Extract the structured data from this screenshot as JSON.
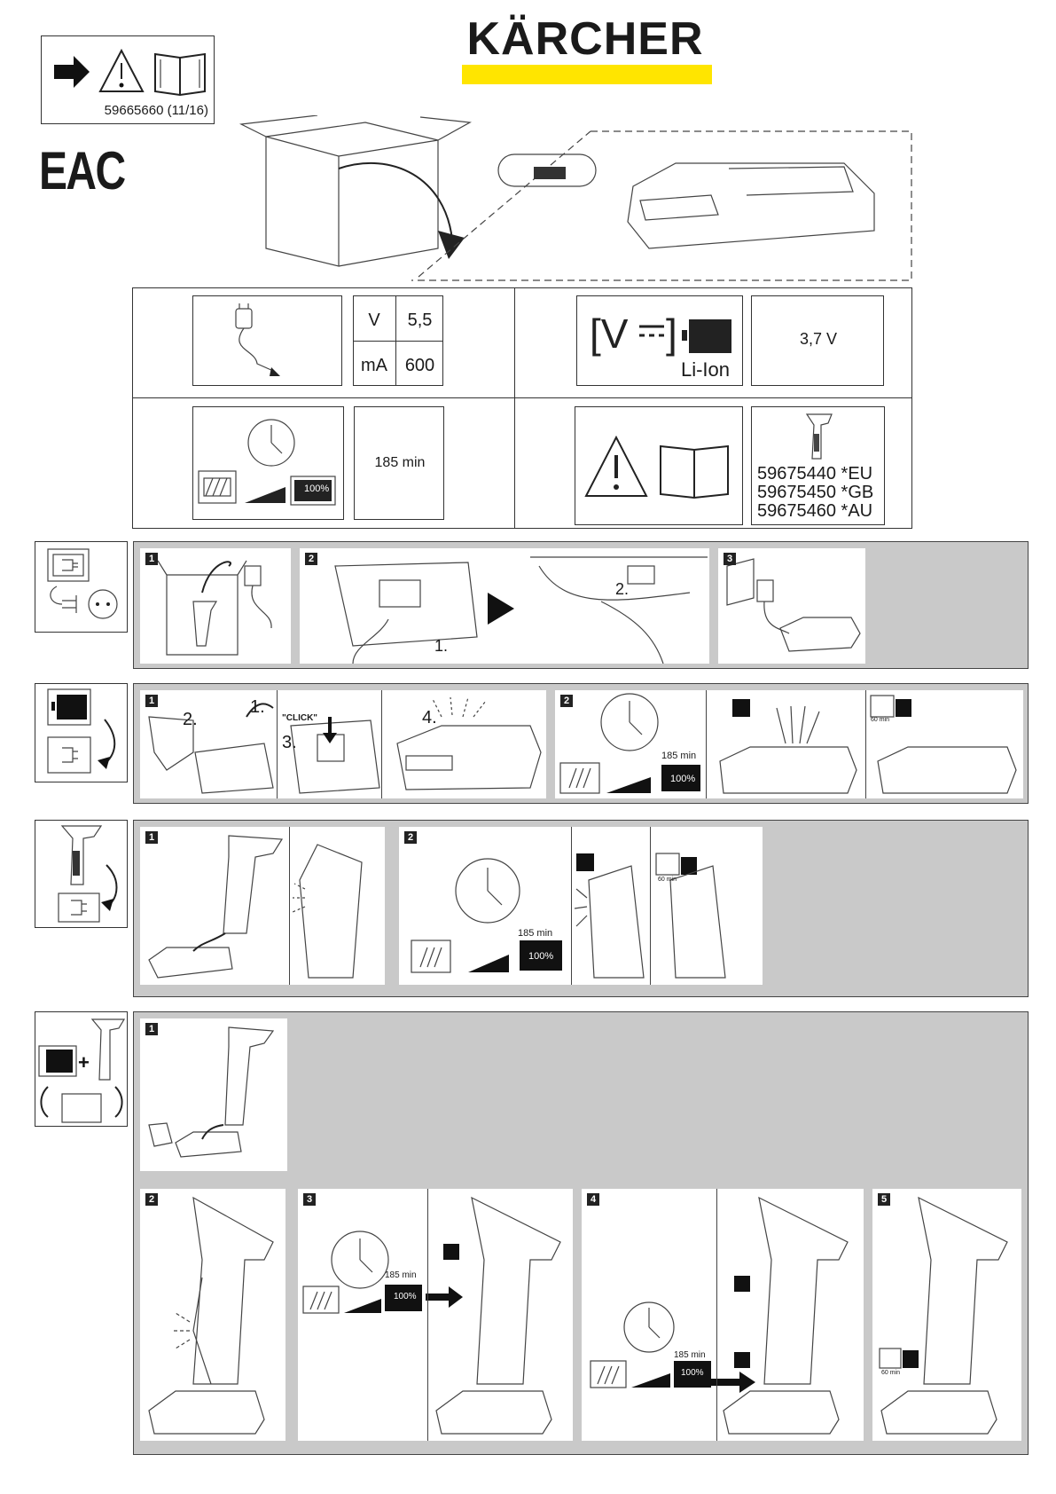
{
  "header": {
    "brand": "KÄRCHER",
    "brand_color": "#1a1a1a",
    "accent_color": "#ffe500",
    "doc_number": "59665660 (11/16)",
    "cert_mark": "EAC"
  },
  "specs": {
    "adapter_voltage_unit": "V",
    "adapter_voltage_value": "5,5",
    "adapter_current_unit": "mA",
    "adapter_current_value": "600",
    "battery_type": "Li-Ion",
    "battery_voltage": "3,7 V",
    "charge_time": "185 min",
    "part_numbers": [
      "59675440 *EU",
      "59675450 *GB",
      "59675460 *AU"
    ]
  },
  "steps": {
    "s1": "1",
    "s2": "2",
    "s3": "3",
    "s4": "4",
    "s5": "5",
    "sub1": "1.",
    "sub2": "2.",
    "sub3": "3.",
    "sub4": "4.",
    "click": "\"CLICK\"",
    "charge_label": "185 min",
    "full_label": "100%",
    "sixty_label": "60 min"
  }
}
